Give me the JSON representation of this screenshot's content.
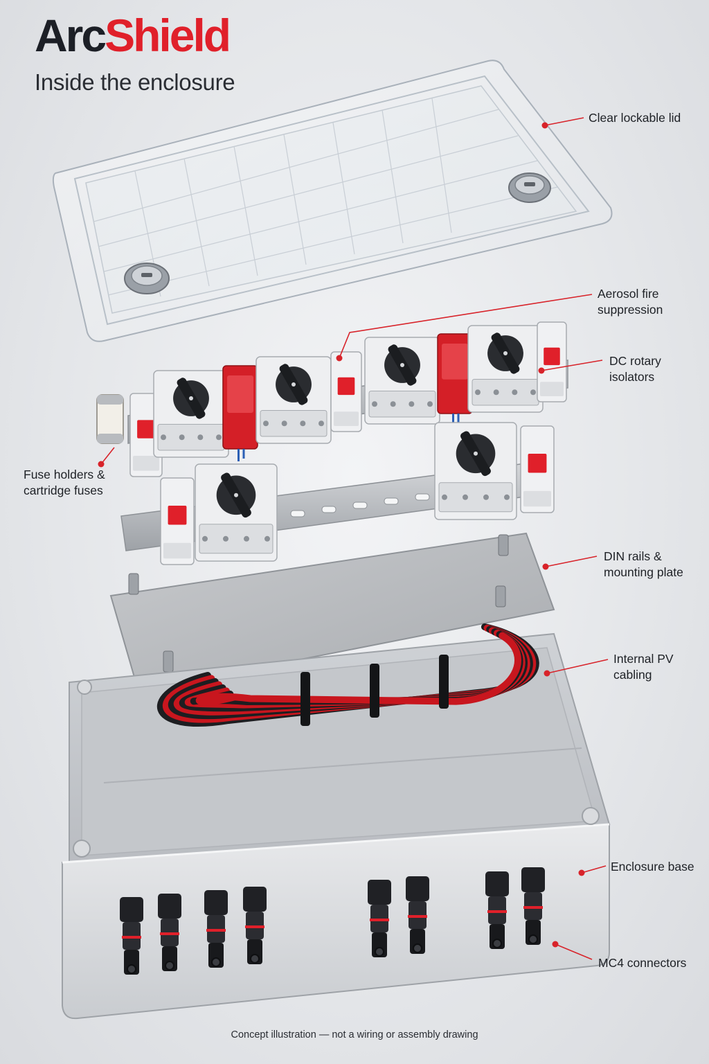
{
  "brand": {
    "part1": "Arc",
    "part2": "Shield"
  },
  "subtitle": "Inside the enclosure",
  "callouts": {
    "lid": "Clear lockable lid",
    "aerosol_1": "Aerosol fire",
    "aerosol_2": "suppression",
    "isolator_1": "DC rotary",
    "isolator_2": "isolators",
    "fuse_1": "Fuse holders &",
    "fuse_2": "cartridge fuses",
    "din_1": "DIN rails &",
    "din_2": "mounting plate",
    "cabling_1": "Internal PV",
    "cabling_2": "cabling",
    "base": "Enclosure base",
    "mc4": "MC4 connectors"
  },
  "footer": "Concept illustration — not a wiring or assembly drawing",
  "colors": {
    "accent_red": "#e0202a",
    "brand_dark": "#1c1f26",
    "callout_dot": "#d8232a"
  }
}
